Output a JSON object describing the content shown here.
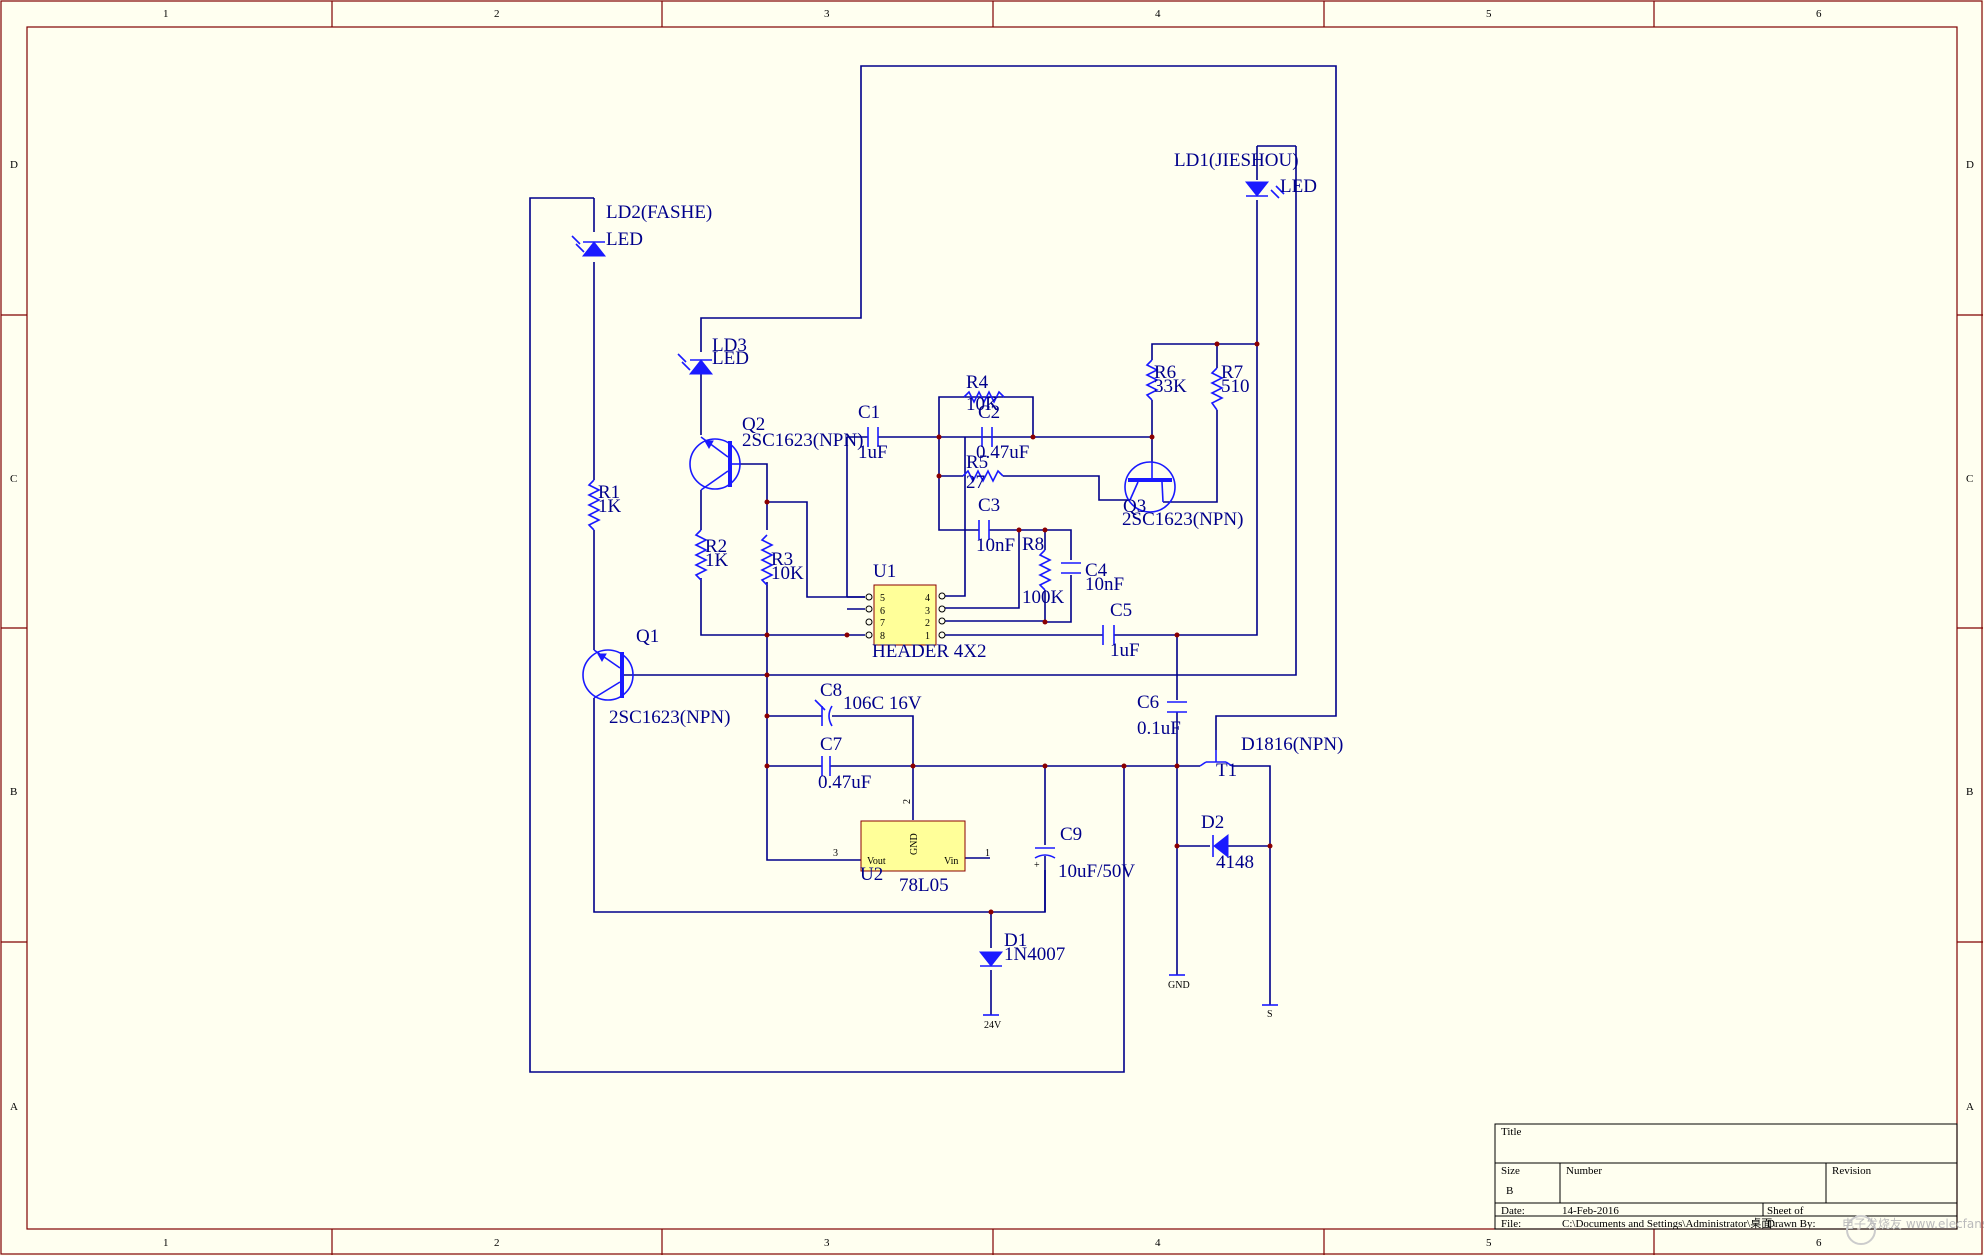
{
  "zones": {
    "columns": [
      "1",
      "2",
      "3",
      "4",
      "5",
      "6"
    ],
    "rows": [
      "D",
      "C",
      "B",
      "A"
    ]
  },
  "components": {
    "ld1": {
      "ref": "LD1(JIESHOU)",
      "value": "LED"
    },
    "ld2": {
      "ref": "LD2(FASHE)",
      "value": "LED"
    },
    "ld3": {
      "ref": "LD3",
      "value": "LED"
    },
    "q1": {
      "ref": "Q1",
      "value": "2SC1623(NPN)"
    },
    "q2": {
      "ref": "Q2",
      "value": "2SC1623(NPN)"
    },
    "q3": {
      "ref": "Q3",
      "value": "2SC1623(NPN)"
    },
    "r1": {
      "ref": "R1",
      "value": "1K"
    },
    "r2": {
      "ref": "R2",
      "value": "1K"
    },
    "r3": {
      "ref": "R3",
      "value": "10K"
    },
    "r4": {
      "ref": "R4",
      "value": "10K"
    },
    "r5": {
      "ref": "R5",
      "value": "27"
    },
    "r6": {
      "ref": "R6",
      "value": "33K"
    },
    "r7": {
      "ref": "R7",
      "value": "510"
    },
    "r8": {
      "ref": "R8",
      "value": "100K"
    },
    "c1": {
      "ref": "C1",
      "value": "1uF"
    },
    "c2": {
      "ref": "C2",
      "value": "0.47uF"
    },
    "c3": {
      "ref": "C3",
      "value": "10nF"
    },
    "c4": {
      "ref": "C4",
      "value": "10nF"
    },
    "c5": {
      "ref": "C5",
      "value": "1uF"
    },
    "c6": {
      "ref": "C6",
      "value": "0.1uF"
    },
    "c7": {
      "ref": "C7",
      "value": "0.47uF"
    },
    "c8": {
      "ref": "C8",
      "value": "106C  16V"
    },
    "c9": {
      "ref": "C9",
      "value": "10uF/50V"
    },
    "u1": {
      "ref": "U1",
      "value": "HEADER 4X2",
      "pins_left": [
        "5",
        "6",
        "7",
        "8"
      ],
      "pins_right": [
        "4",
        "3",
        "2",
        "1"
      ]
    },
    "u2": {
      "ref": "U2",
      "value": "78L05",
      "gnd": "GND",
      "vout": "Vout",
      "vin": "Vin",
      "pin_gnd": "2",
      "pin_vout": "3",
      "pin_vin": "1"
    },
    "d1": {
      "ref": "D1",
      "value": "1N4007"
    },
    "d2": {
      "ref": "D2",
      "value": "4148"
    },
    "t1": {
      "ref": "T1",
      "value": "D1816(NPN)"
    }
  },
  "power": {
    "gnd": "GND",
    "s": "S",
    "v24": "24V"
  },
  "title_block": {
    "title_label": "Title",
    "size_label": "Size",
    "size_value": "B",
    "number_label": "Number",
    "revision_label": "Revision",
    "date_label": "Date:",
    "date_value": "14-Feb-2016",
    "sheet_label": "Sheet    of",
    "file_label": "File:",
    "file_value": "C:\\Documents and Settings\\Administrator\\桌面\\",
    "drawn_by": "Drawn By:"
  },
  "watermark": "电子发烧友 www.elecfans.com"
}
